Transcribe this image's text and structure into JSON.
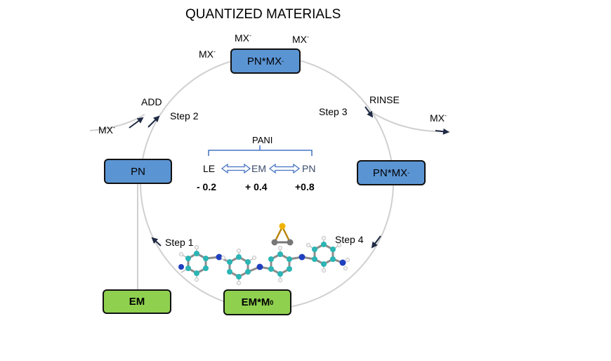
{
  "title": "QUANTIZED MATERIALS",
  "ion": {
    "base": "MX",
    "charge": "-"
  },
  "boxes": {
    "top": {
      "base": "PN*MX",
      "sup": "-"
    },
    "left": {
      "label": "PN"
    },
    "right": {
      "base": "PN*MX",
      "sup": "-"
    },
    "em": {
      "label": "EM"
    },
    "bottom": {
      "base": "EM*M",
      "sup": "0"
    }
  },
  "steps": {
    "step1": "Step 1",
    "step2": "Step 2",
    "step3": "Step 3",
    "step4": "Step 4"
  },
  "labels": {
    "add": "ADD",
    "rinse": "RINSE",
    "pani": "PANI"
  },
  "states": {
    "le": "LE",
    "em": "EM",
    "pn": "PN"
  },
  "potentials": {
    "le": "- 0.2",
    "em": "+ 0.4",
    "pn": "+0.8"
  },
  "colors": {
    "box_blue": "#5b94d3",
    "box_green": "#8fd14f",
    "circle": "#d0d0d0",
    "bracket": "#4472c4"
  }
}
